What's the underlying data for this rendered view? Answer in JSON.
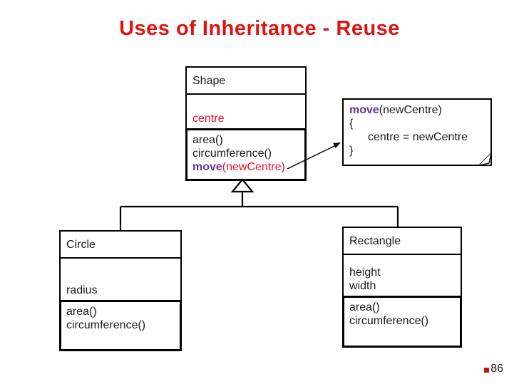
{
  "slide": {
    "title": "Uses of Inheritance - Reuse"
  },
  "colors": {
    "title_red": "#e01313",
    "accent_red": "#e8112d",
    "accent_purple": "#663399",
    "bullet_red": "#c31111",
    "line_black": "#000000"
  },
  "classes": {
    "shape": {
      "name": "Shape",
      "attribute": "centre",
      "op1": "area()",
      "op2": "circumference()",
      "op3_name": "move",
      "op3_args": "(newCentre)"
    },
    "circle": {
      "name": "Circle",
      "attribute": "radius",
      "op1": "area()",
      "op2": "circumference()"
    },
    "rectangle": {
      "name": "Rectangle",
      "attr1": "height",
      "attr2": "width",
      "op1": "area()",
      "op2": "circumference()"
    }
  },
  "note": {
    "signature_name": "move",
    "signature_args": "(newCentre)",
    "open_brace": "{",
    "body": "centre = newCentre",
    "close_brace": "}"
  },
  "footer": {
    "page_number": "86"
  }
}
